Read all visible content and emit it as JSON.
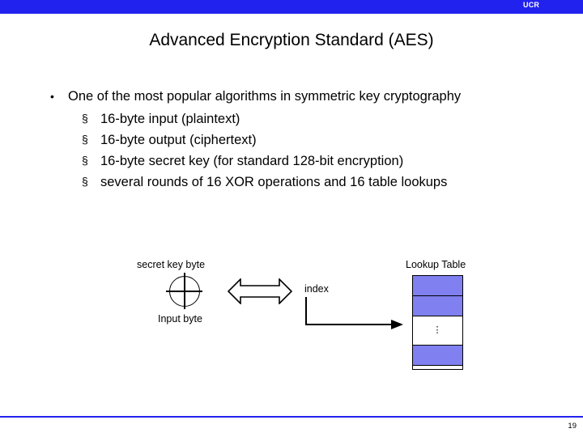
{
  "banner": {
    "label": "UCR",
    "color": "#2222ee"
  },
  "title": "Advanced Encryption Standard (AES)",
  "bullets": {
    "level1": {
      "marker": "•",
      "text": "One of the most popular algorithms in symmetric key cryptography"
    },
    "level2_marker": "§",
    "level2": [
      "16-byte input (plaintext)",
      "16-byte output (ciphertext)",
      "16-byte secret key (for standard 128-bit encryption)",
      "several rounds of 16 XOR operations and 16 table lookups"
    ]
  },
  "diagram": {
    "secret_key_label": "secret key byte",
    "input_byte_label": "Input byte",
    "index_label": "index",
    "lookup_table_label": "Lookup Table",
    "xor_symbol": "⊕",
    "table_ellipsis": "⋮",
    "fill_color": "#8080f0",
    "stroke_color": "#000000"
  },
  "footer": {
    "page_number": "19",
    "rule_color": "#2222ee"
  }
}
